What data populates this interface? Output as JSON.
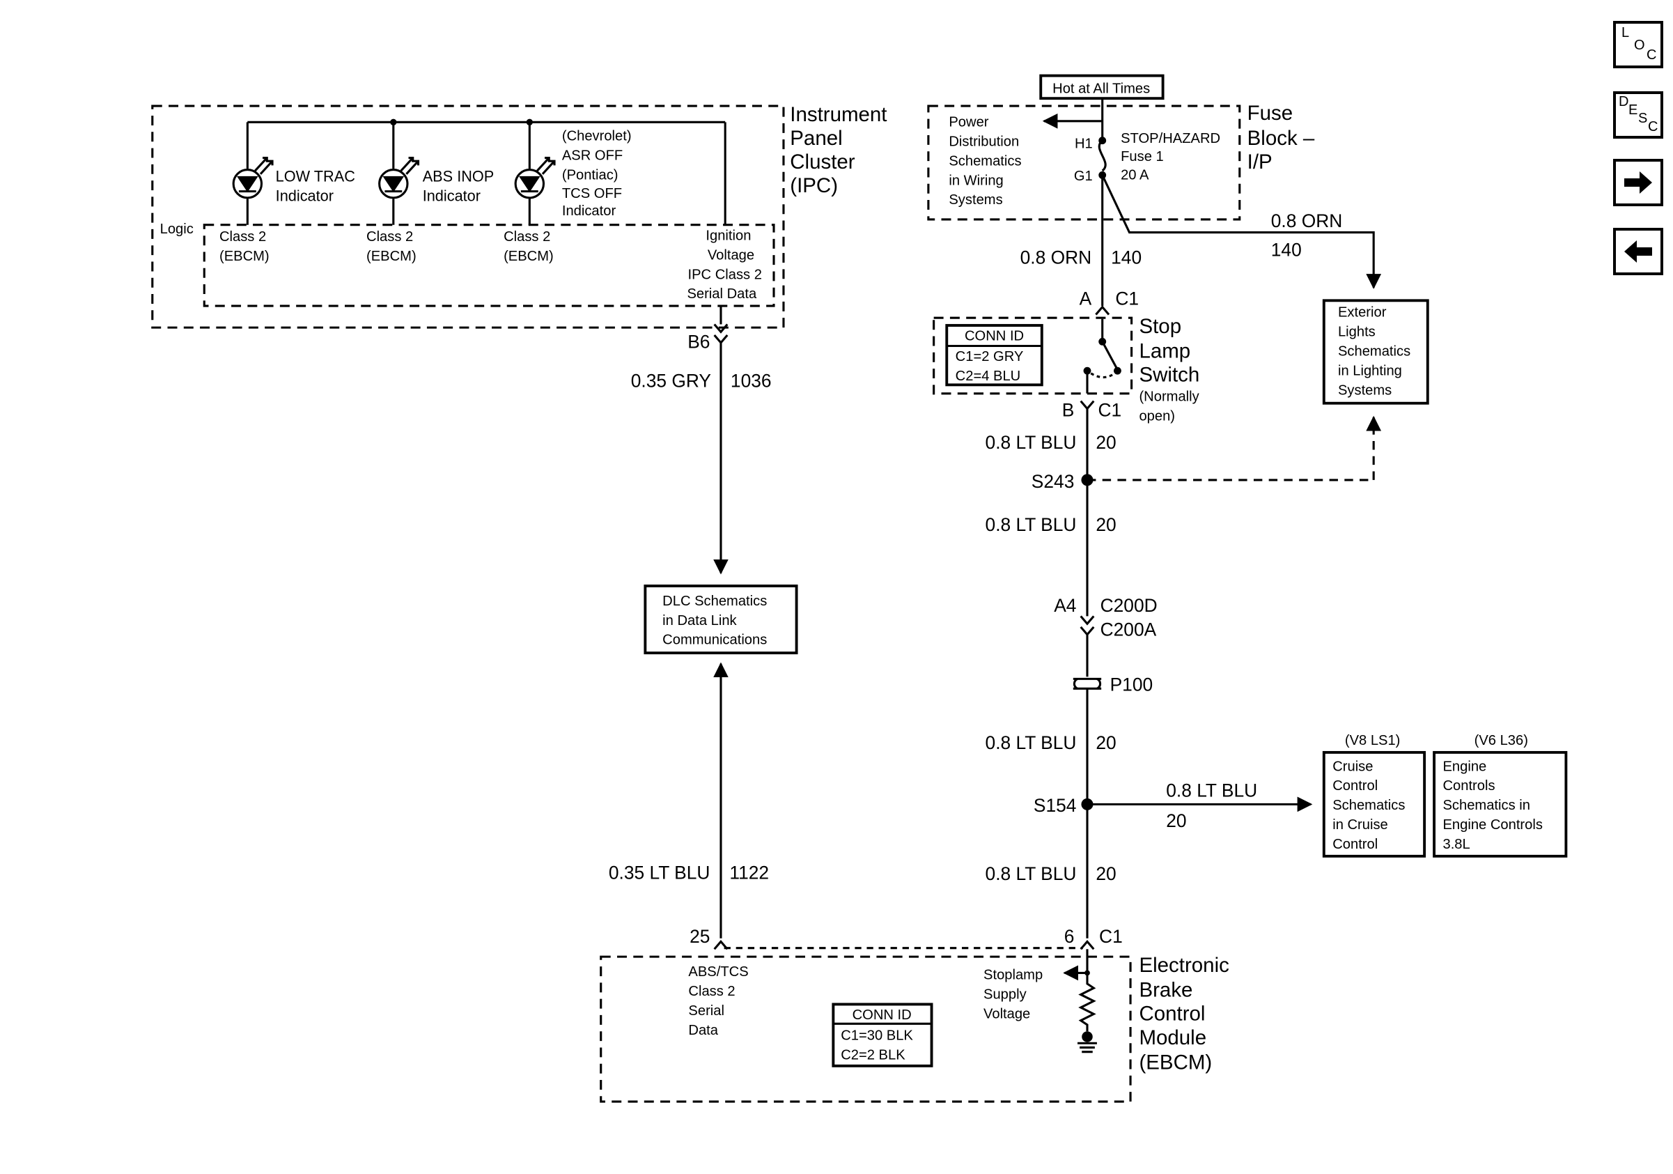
{
  "ipc": {
    "title": [
      "Instrument",
      "Panel",
      "Cluster",
      "(IPC)"
    ],
    "low_trac": [
      "LOW TRAC",
      "Indicator"
    ],
    "abs_inop": [
      "ABS INOP",
      "Indicator"
    ],
    "asr_tcs": [
      "(Chevrolet)",
      "ASR OFF",
      "(Pontiac)",
      "TCS OFF",
      "Indicator"
    ],
    "logic": "Logic",
    "class2_a": [
      "Class 2",
      "(EBCM)"
    ],
    "class2_b": [
      "Class 2",
      "(EBCM)"
    ],
    "class2_c": [
      "Class 2",
      "(EBCM)"
    ],
    "ignition": [
      "Ignition",
      "Voltage",
      "IPC Class 2",
      "Serial Data"
    ],
    "pin": "B6",
    "wire_size": "0.35 GRY",
    "wire_circuit": "1036"
  },
  "dlc": {
    "text": [
      "DLC Schematics",
      "in Data Link",
      "Communications"
    ]
  },
  "fuse": {
    "hot_label": "Hot at All Times",
    "title": [
      "Fuse",
      "Block –",
      "I/P"
    ],
    "power_dist": [
      "Power",
      "Distribution",
      "Schematics",
      "in Wiring",
      "Systems"
    ],
    "h1": "H1",
    "g1": "G1",
    "fuse_text": [
      "STOP/HAZARD",
      "Fuse 1",
      "20 A"
    ],
    "wire_down_size": "0.8 ORN",
    "wire_down_circuit": "140",
    "wire_right_size": "0.8 ORN",
    "wire_right_circuit": "140"
  },
  "exterior": {
    "text": [
      "Exterior",
      "Lights",
      "Schematics",
      "in Lighting",
      "Systems"
    ]
  },
  "switch": {
    "pin_a": "A",
    "conn_a": "C1",
    "conn_id_title": "CONN ID",
    "conn_id_lines": [
      "C1=2 GRY",
      "C2=4 BLU"
    ],
    "title": [
      "Stop",
      "Lamp",
      "Switch"
    ],
    "note": [
      "(Normally",
      "open)"
    ],
    "pin_b": "B",
    "conn_b": "C1"
  },
  "wires": {
    "w1_size": "0.8 LT BLU",
    "w1_circuit": "20",
    "s243": "S243",
    "w2_size": "0.8 LT BLU",
    "w2_circuit": "20",
    "a4": "A4",
    "c200d": "C200D",
    "c200a": "C200A",
    "p100": "P100",
    "w3_size": "0.8 LT BLU",
    "w3_circuit": "20",
    "s154": "S154",
    "w4_size": "0.8 LT BLU",
    "w4_circuit": "20",
    "w5_size": "0.8 LT BLU",
    "w5_circuit": "20",
    "abs_size": "0.35 LT BLU",
    "abs_circuit": "1122",
    "pin_25": "25",
    "pin_6": "6",
    "conn_c1": "C1"
  },
  "cruise": {
    "variant": "(V8 LS1)",
    "text": [
      "Cruise",
      "Control",
      "Schematics",
      "in Cruise",
      "Control"
    ]
  },
  "engine": {
    "variant": "(V6 L36)",
    "text": [
      "Engine",
      "Controls",
      "Schematics in",
      "Engine Controls",
      "3.8L"
    ]
  },
  "ebcm": {
    "title": [
      "Electronic",
      "Brake",
      "Control",
      "Module",
      "(EBCM)"
    ],
    "abs_tcs": [
      "ABS/TCS",
      "Class 2",
      "Serial",
      "Data"
    ],
    "stoplamp": [
      "Stoplamp",
      "Supply",
      "Voltage"
    ],
    "conn_id_title": "CONN ID",
    "conn_id_lines": [
      "C1=30 BLK",
      "C2=2 BLK"
    ]
  },
  "nav": {
    "loc": [
      "L",
      "O",
      "C"
    ],
    "desc": [
      "D",
      "E",
      "S",
      "C"
    ],
    "next": "right-arrow-icon",
    "prev": "left-arrow-icon"
  }
}
